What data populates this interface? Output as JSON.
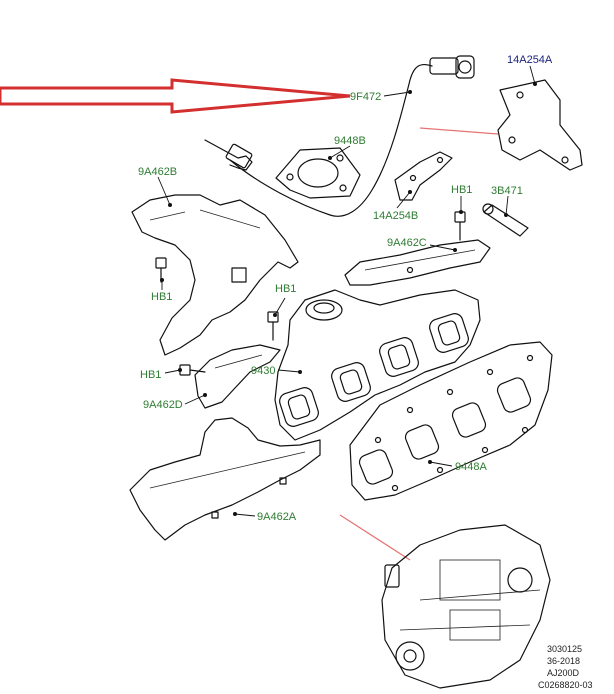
{
  "labels": {
    "9F472": "9F472",
    "14A254A": "14A254A",
    "9448B": "9448B",
    "9A462B": "9A462B",
    "14A254B": "14A254B",
    "HB1_top_right": "HB1",
    "3B471": "3B471",
    "9A462C": "9A462C",
    "HB1_left_upper": "HB1",
    "HB1_mid": "HB1",
    "HB1_left_lower": "HB1",
    "9430": "9430",
    "9A462D": "9A462D",
    "9448A": "9448A",
    "9A462A": "9A462A"
  },
  "footer": {
    "line1": "3030125",
    "line2": "36-2018",
    "line3": "AJ200D",
    "line4": "C0268820-03"
  },
  "colors": {
    "label_green": "#2e7d32",
    "label_navy": "#1a237e",
    "arrow_red": "#d32f2f",
    "callout_red": "#e57373"
  }
}
